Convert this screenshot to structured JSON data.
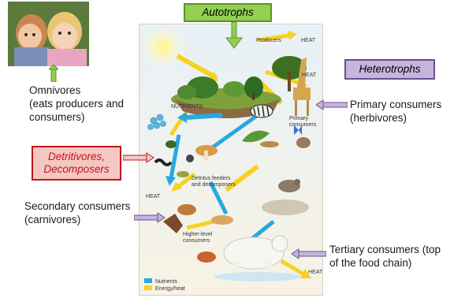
{
  "labels": {
    "autotrophs": "Autotrophs",
    "heterotrophs": "Heterotrophs",
    "omnivores_line1": "Omnivores",
    "omnivores_line2": "(eats producers and",
    "omnivores_line3": "consumers)",
    "primary_line1": "Primary consumers",
    "primary_line2": "(herbivores)",
    "detritivores_line1": "Detritivores,",
    "detritivores_line2": "Decomposers",
    "secondary_line1": "Secondary consumers",
    "secondary_line2": "(carnivores)",
    "tertiary_line1": "Tertiary consumers (top",
    "tertiary_line2": "of the food chain)"
  },
  "figure": {
    "producers": "Producers",
    "heat": "HEAT",
    "nutrients": "NUTRIENTS",
    "primary_consumers_1": "Primary",
    "primary_consumers_2": "consumers",
    "detritus_1": "Detritus feeders",
    "detritus_2": "and decomposers",
    "higher_1": "Higher-level",
    "higher_2": "consumers",
    "legend_nutrients": "Nutrients",
    "legend_energy": "Energy/heat"
  },
  "colors": {
    "autotroph_box_fill": "#92d050",
    "autotroph_box_border": "#5f8f2f",
    "heterotroph_box_fill": "#c5b5dd",
    "heterotroph_box_border": "#6a4f8f",
    "detritivore_box_fill": "#f4c7c3",
    "detritivore_box_border": "#c0161c",
    "nutrient_arrow": "#29a8e0",
    "energy_arrow": "#f7d21e"
  }
}
